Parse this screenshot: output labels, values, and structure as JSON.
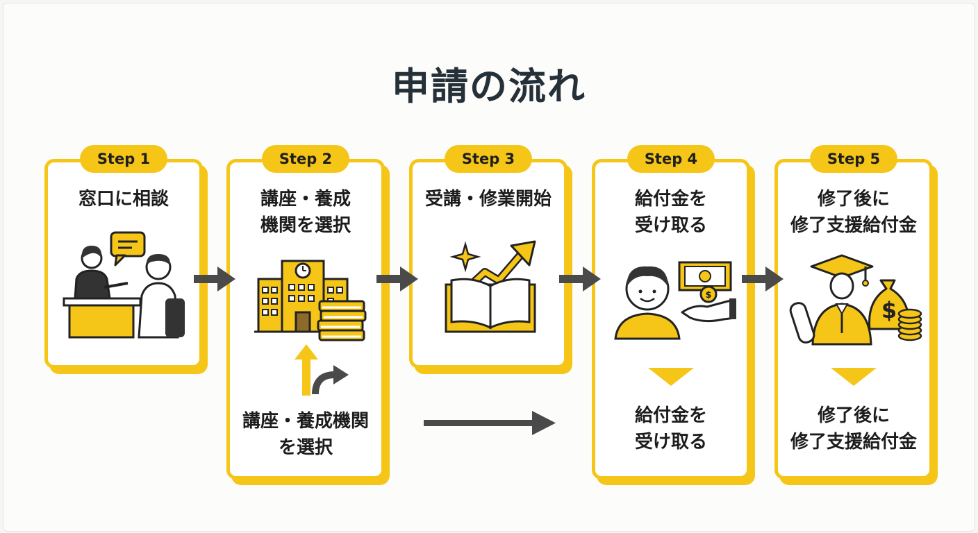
{
  "title": "申請の流れ",
  "colors": {
    "accent": "#f5c518",
    "dark": "#4a4a4a",
    "text": "#1c1c1c"
  },
  "steps": [
    {
      "badge": "Step 1",
      "label": "窓口に相談",
      "icon": "consultation-icon"
    },
    {
      "badge": "Step 2",
      "label_line1": "講座・養成",
      "label_line2": "機関を選択",
      "sub_line1": "講座・養成機関",
      "sub_line2": "を選択",
      "icon": "school-books-icon"
    },
    {
      "badge": "Step 3",
      "label": "受講・修業開始",
      "icon": "open-book-growth-icon"
    },
    {
      "badge": "Step 4",
      "label_line1": "給付金を",
      "label_line2": "受け取る",
      "sub_line1": "給付金を",
      "sub_line2": "受け取る",
      "icon": "receive-money-icon"
    },
    {
      "badge": "Step 5",
      "label_line1": "修了後に",
      "label_line2": "修了支援給付金",
      "sub_line1": "修了後に",
      "sub_line2": "修了支援給付金",
      "icon": "graduate-money-icon"
    }
  ]
}
